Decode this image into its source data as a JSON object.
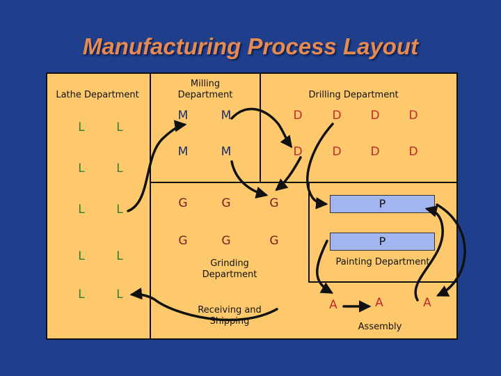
{
  "title": "Manufacturing Process Layout",
  "departments": {
    "lathe": "Lathe Department",
    "milling": "Milling\nDepartment",
    "drilling": "Drilling Department",
    "grinding": "Grinding\nDepartment",
    "painting": "Painting Department",
    "receiving": "Receiving and\nShipping",
    "assembly": "Assembly"
  },
  "machines": {
    "lathe": [
      "L",
      "L",
      "L",
      "L",
      "L",
      "L",
      "L",
      "L",
      "L",
      "L"
    ],
    "milling": [
      "M",
      "M",
      "M",
      "M"
    ],
    "drilling": [
      "D",
      "D",
      "D",
      "D",
      "D",
      "D",
      "D",
      "D"
    ],
    "grinding": [
      "G",
      "G",
      "G",
      "G",
      "G",
      "G"
    ],
    "painting": [
      "P",
      "P"
    ],
    "assembly": [
      "A",
      "A",
      "A"
    ]
  },
  "colors": {
    "background": "#1f3e8c",
    "floor": "#fdc96c",
    "title": "#e58a52",
    "paint_box": "#a3b5ee"
  }
}
